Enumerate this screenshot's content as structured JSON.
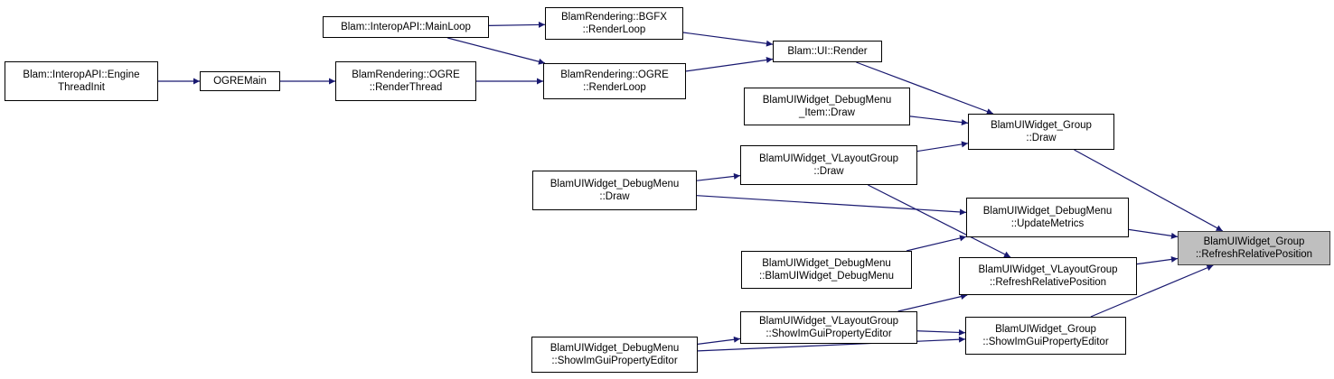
{
  "graph": {
    "edge_color": "#191970",
    "focus_fill": "#bfbfbf",
    "nodes": [
      {
        "id": "engine_thread_init",
        "lines": [
          "Blam::InteropAPI::Engine",
          "ThreadInit"
        ]
      },
      {
        "id": "ogre_main",
        "lines": [
          "OGREMain"
        ]
      },
      {
        "id": "ogre_render_thread",
        "lines": [
          "BlamRendering::OGRE",
          "::RenderThread"
        ]
      },
      {
        "id": "main_loop",
        "lines": [
          "Blam::InteropAPI::MainLoop"
        ]
      },
      {
        "id": "bgfx_render_loop",
        "lines": [
          "BlamRendering::BGFX",
          "::RenderLoop"
        ]
      },
      {
        "id": "ogre_render_loop",
        "lines": [
          "BlamRendering::OGRE",
          "::RenderLoop"
        ]
      },
      {
        "id": "ui_render",
        "lines": [
          "Blam::UI::Render"
        ]
      },
      {
        "id": "debugmenu_item_draw",
        "lines": [
          "BlamUIWidget_DebugMenu",
          "_Item::Draw"
        ]
      },
      {
        "id": "group_draw",
        "lines": [
          "BlamUIWidget_Group",
          "::Draw"
        ]
      },
      {
        "id": "vlayout_draw",
        "lines": [
          "BlamUIWidget_VLayoutGroup",
          "::Draw"
        ]
      },
      {
        "id": "debugmenu_draw",
        "lines": [
          "BlamUIWidget_DebugMenu",
          "::Draw"
        ]
      },
      {
        "id": "debugmenu_update_metrics",
        "lines": [
          "BlamUIWidget_DebugMenu",
          "::UpdateMetrics"
        ]
      },
      {
        "id": "debugmenu_ctor",
        "lines": [
          "BlamUIWidget_DebugMenu",
          "::BlamUIWidget_DebugMenu"
        ]
      },
      {
        "id": "vlayout_refresh",
        "lines": [
          "BlamUIWidget_VLayoutGroup",
          "::RefreshRelativePosition"
        ]
      },
      {
        "id": "group_refresh",
        "lines": [
          "BlamUIWidget_Group",
          "::RefreshRelativePosition"
        ],
        "focus": true
      },
      {
        "id": "vlayout_show_editor",
        "lines": [
          "BlamUIWidget_VLayoutGroup",
          "::ShowImGuiPropertyEditor"
        ]
      },
      {
        "id": "debugmenu_show_editor",
        "lines": [
          "BlamUIWidget_DebugMenu",
          "::ShowImGuiPropertyEditor"
        ]
      },
      {
        "id": "group_show_editor",
        "lines": [
          "BlamUIWidget_Group",
          "::ShowImGuiPropertyEditor"
        ]
      }
    ],
    "edges": [
      {
        "from": "engine_thread_init",
        "to": "ogre_main"
      },
      {
        "from": "ogre_main",
        "to": "ogre_render_thread"
      },
      {
        "from": "ogre_render_thread",
        "to": "ogre_render_loop"
      },
      {
        "from": "main_loop",
        "to": "bgfx_render_loop"
      },
      {
        "from": "main_loop",
        "to": "ogre_render_loop"
      },
      {
        "from": "bgfx_render_loop",
        "to": "ui_render"
      },
      {
        "from": "ogre_render_loop",
        "to": "ui_render"
      },
      {
        "from": "ui_render",
        "to": "group_draw"
      },
      {
        "from": "debugmenu_item_draw",
        "to": "group_draw"
      },
      {
        "from": "vlayout_draw",
        "to": "group_draw"
      },
      {
        "from": "debugmenu_draw",
        "to": "vlayout_draw"
      },
      {
        "from": "debugmenu_draw",
        "to": "debugmenu_update_metrics"
      },
      {
        "from": "debugmenu_ctor",
        "to": "debugmenu_update_metrics"
      },
      {
        "from": "vlayout_draw",
        "to": "vlayout_refresh"
      },
      {
        "from": "vlayout_show_editor",
        "to": "vlayout_refresh"
      },
      {
        "from": "debugmenu_show_editor",
        "to": "vlayout_show_editor"
      },
      {
        "from": "vlayout_show_editor",
        "to": "group_show_editor"
      },
      {
        "from": "debugmenu_show_editor",
        "to": "group_show_editor"
      },
      {
        "from": "group_draw",
        "to": "group_refresh"
      },
      {
        "from": "debugmenu_update_metrics",
        "to": "group_refresh"
      },
      {
        "from": "vlayout_refresh",
        "to": "group_refresh"
      },
      {
        "from": "group_show_editor",
        "to": "group_refresh"
      }
    ]
  }
}
